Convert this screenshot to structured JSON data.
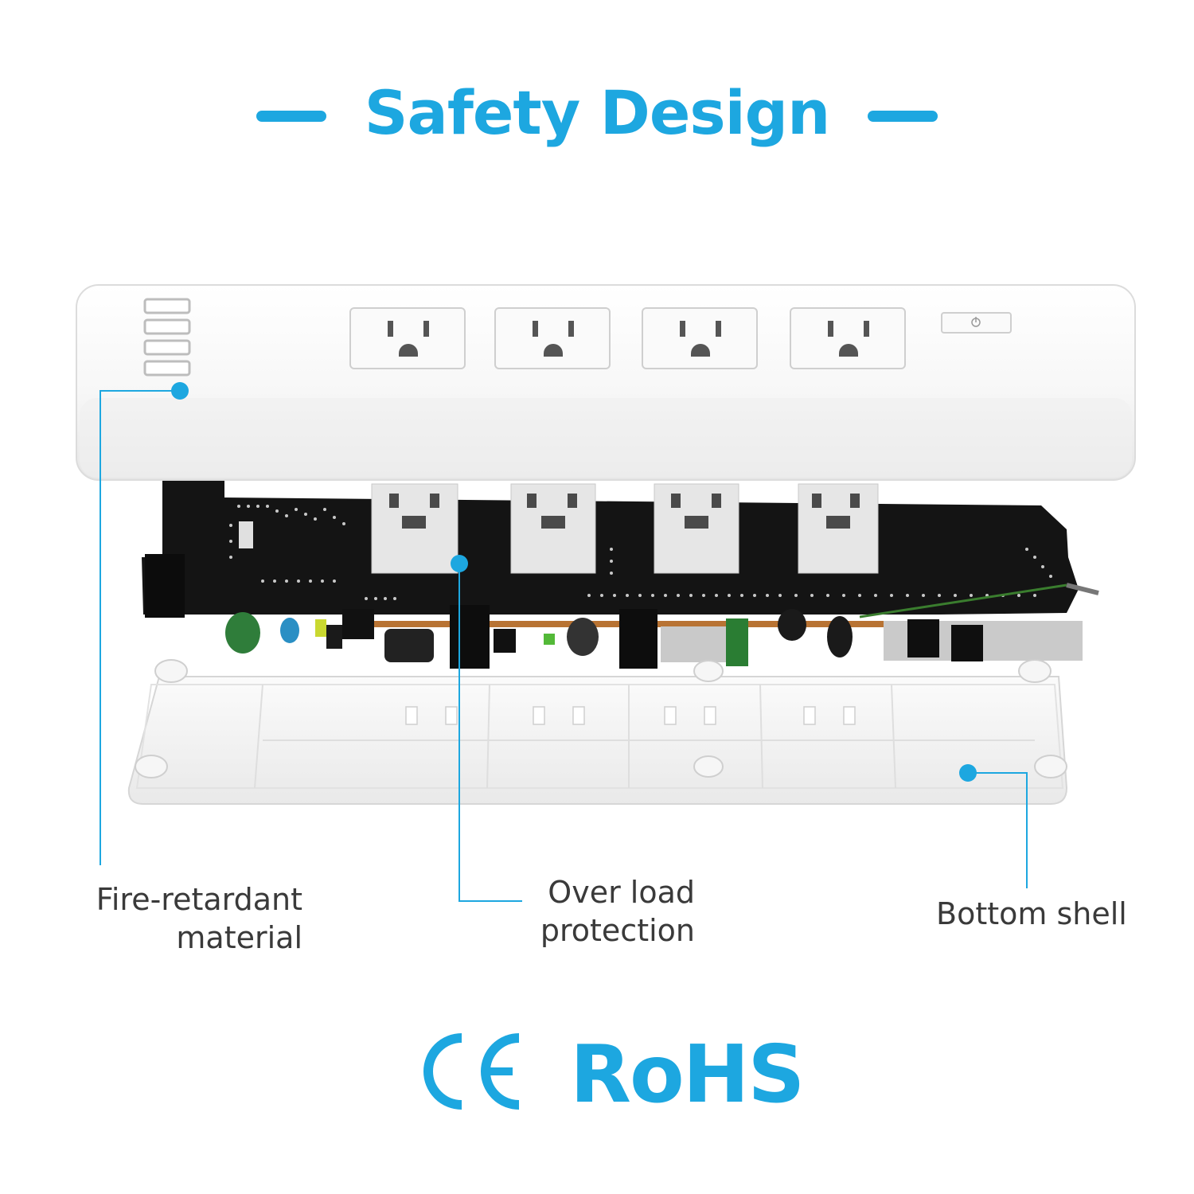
{
  "header": {
    "title": "Safety Design"
  },
  "product": {
    "outlet_count": 4,
    "usb_port_count": 4
  },
  "callouts": {
    "fire_retardant": {
      "line1": "Fire-retardant",
      "line2": "material"
    },
    "over_load": {
      "line1": "Over load",
      "line2": "protection"
    },
    "bottom_shell": {
      "line1": "Bottom shell"
    }
  },
  "certifications": {
    "ce": "CE",
    "rohs": "RoHS"
  },
  "colors": {
    "accent": "#1da7e0",
    "pcb": "#141414",
    "shell": "#f2f2f2"
  }
}
